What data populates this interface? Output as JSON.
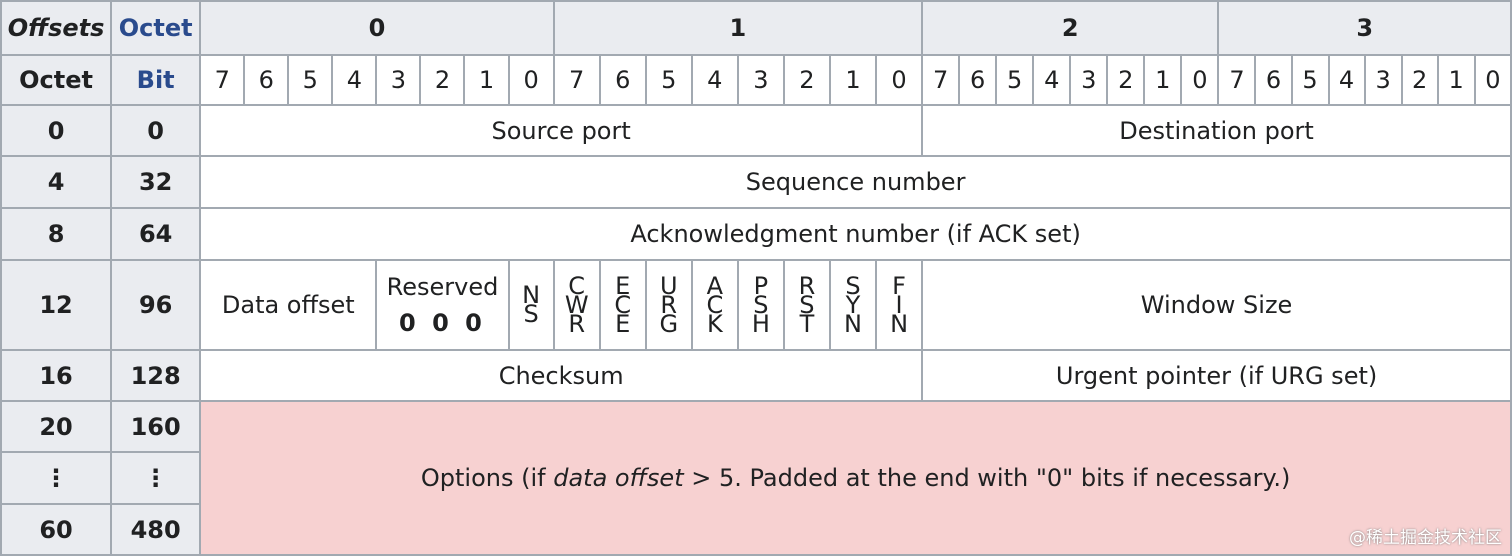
{
  "header": {
    "offsets_label": "Offsets",
    "octet_label": "Octet",
    "octet_row_label": "Octet",
    "bit_label": "Bit",
    "octets": [
      "0",
      "1",
      "2",
      "3"
    ],
    "bits": [
      "7",
      "6",
      "5",
      "4",
      "3",
      "2",
      "1",
      "0",
      "7",
      "6",
      "5",
      "4",
      "3",
      "2",
      "1",
      "0",
      "7",
      "6",
      "5",
      "4",
      "3",
      "2",
      "1",
      "0",
      "7",
      "6",
      "5",
      "4",
      "3",
      "2",
      "1",
      "0"
    ]
  },
  "rows": {
    "r0": {
      "octet": "0",
      "bit": "0"
    },
    "r1": {
      "octet": "4",
      "bit": "32"
    },
    "r2": {
      "octet": "8",
      "bit": "64"
    },
    "r3": {
      "octet": "12",
      "bit": "96"
    },
    "r4": {
      "octet": "16",
      "bit": "128"
    },
    "r5": {
      "octet": "20",
      "bit": "160"
    },
    "r6": {
      "octet": "⋮",
      "bit": "⋮"
    },
    "r7": {
      "octet": "60",
      "bit": "480"
    }
  },
  "fields": {
    "source_port": "Source port",
    "destination_port": "Destination port",
    "sequence_number": "Sequence number",
    "ack_number": "Acknowledgment number (if ACK set)",
    "data_offset": "Data offset",
    "reserved_label": "Reserved",
    "reserved_bits": "0 0 0",
    "window_size": "Window Size",
    "checksum": "Checksum",
    "urgent_pointer": "Urgent pointer (if URG set)",
    "options_prefix": "Options (if ",
    "options_italic": "data offset",
    "options_suffix": " > 5. Padded at the end with \"0\" bits if necessary.)"
  },
  "flags": [
    [
      "N",
      "S"
    ],
    [
      "C",
      "W",
      "R"
    ],
    [
      "E",
      "C",
      "E"
    ],
    [
      "U",
      "R",
      "G"
    ],
    [
      "A",
      "C",
      "K"
    ],
    [
      "P",
      "S",
      "H"
    ],
    [
      "R",
      "S",
      "T"
    ],
    [
      "S",
      "Y",
      "N"
    ],
    [
      "F",
      "I",
      "N"
    ]
  ],
  "watermark": "@稀土掘金技术社区",
  "colors": {
    "header_bg": "#eaecf0",
    "border": "#a2a9b1",
    "options_bg": "#f7d1d1",
    "label_blue": "#2a4b8d"
  }
}
